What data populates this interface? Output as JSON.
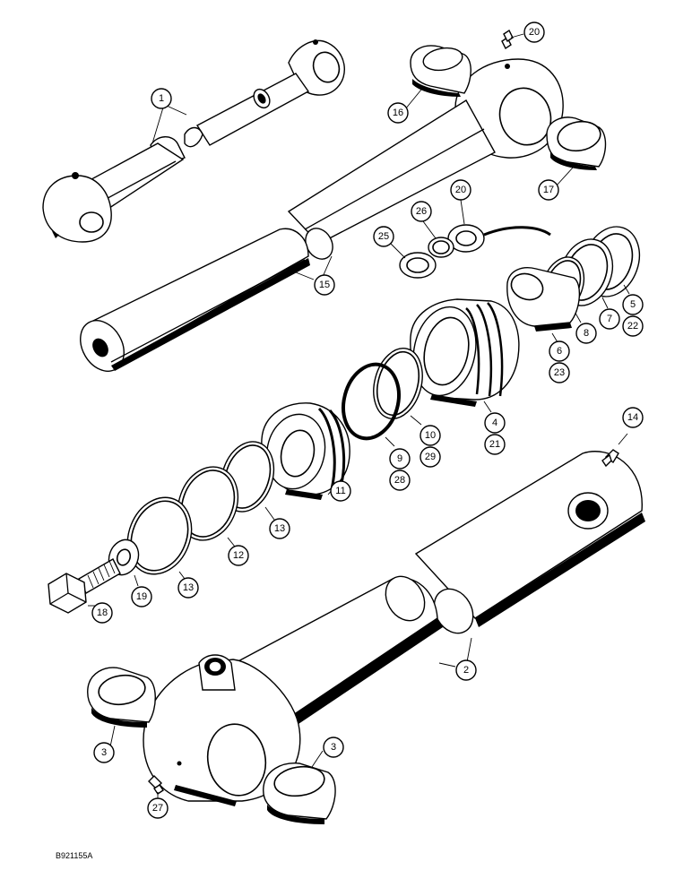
{
  "drawing_code": "B921155A",
  "callouts": [
    {
      "id": "c1",
      "text": "1"
    },
    {
      "id": "c2",
      "text": "2"
    },
    {
      "id": "c3a",
      "text": "3"
    },
    {
      "id": "c3b",
      "text": "3"
    },
    {
      "id": "c4",
      "text": "4"
    },
    {
      "id": "c21",
      "text": "21"
    },
    {
      "id": "c5",
      "text": "5"
    },
    {
      "id": "c22",
      "text": "22"
    },
    {
      "id": "c6",
      "text": "6"
    },
    {
      "id": "c23",
      "text": "23"
    },
    {
      "id": "c7",
      "text": "7"
    },
    {
      "id": "c8",
      "text": "8"
    },
    {
      "id": "c9",
      "text": "9"
    },
    {
      "id": "c28",
      "text": "28"
    },
    {
      "id": "c10",
      "text": "10"
    },
    {
      "id": "c29",
      "text": "29"
    },
    {
      "id": "c11",
      "text": "11"
    },
    {
      "id": "c12",
      "text": "12"
    },
    {
      "id": "c13a",
      "text": "13"
    },
    {
      "id": "c13b",
      "text": "13"
    },
    {
      "id": "c14",
      "text": "14"
    },
    {
      "id": "c15",
      "text": "15"
    },
    {
      "id": "c16",
      "text": "16"
    },
    {
      "id": "c17",
      "text": "17"
    },
    {
      "id": "c18",
      "text": "18"
    },
    {
      "id": "c19",
      "text": "19"
    },
    {
      "id": "c20a",
      "text": "20"
    },
    {
      "id": "c20b",
      "text": "20"
    },
    {
      "id": "c25",
      "text": "25"
    },
    {
      "id": "c26",
      "text": "26"
    },
    {
      "id": "c27",
      "text": "27"
    }
  ]
}
